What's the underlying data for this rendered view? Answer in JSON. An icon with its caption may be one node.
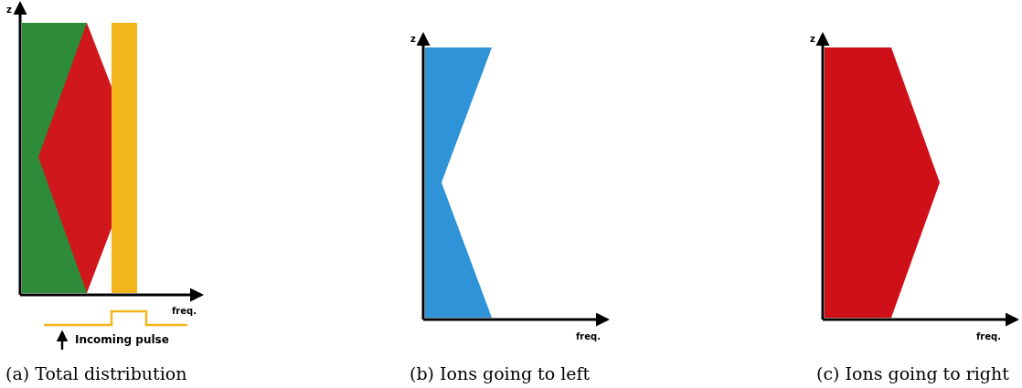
{
  "diagram": {
    "labels": [
      "z",
      "freq.",
      "Incoming pulse",
      "(a) Total distribution",
      "z",
      "freq.",
      "(b) Ions going to left",
      "z",
      "freq.",
      "(c) Ions going to right"
    ]
  }
}
